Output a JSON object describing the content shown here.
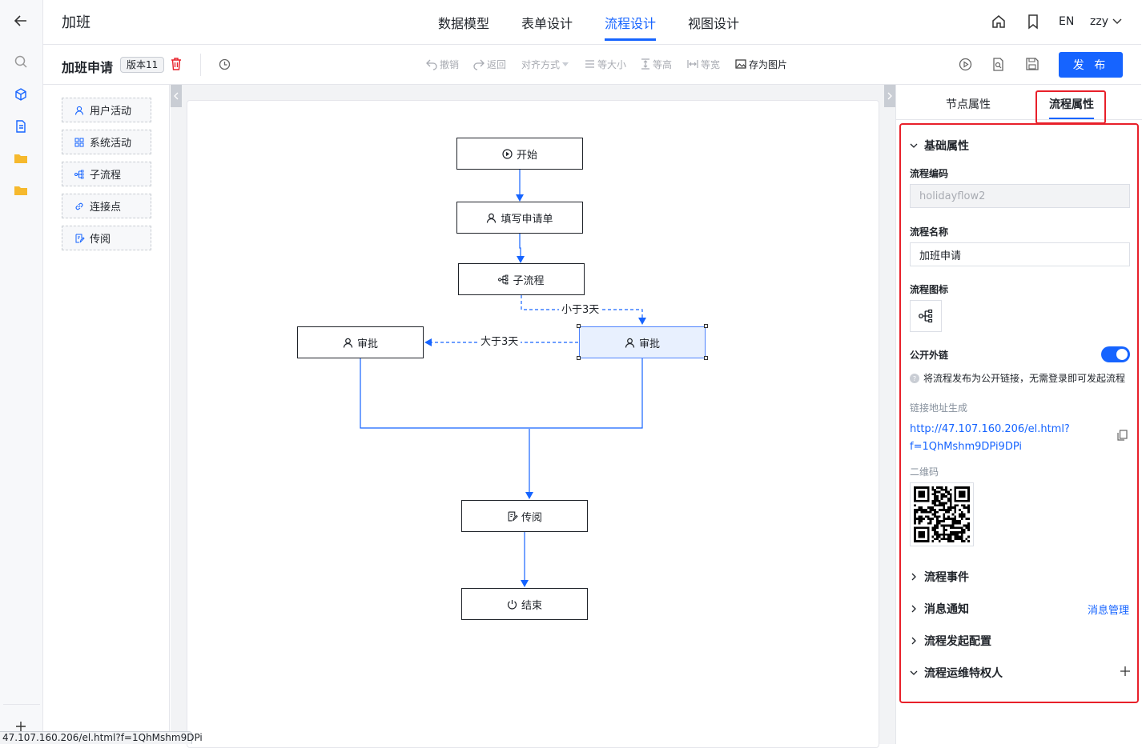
{
  "header": {
    "title": "加班",
    "tabs": [
      {
        "label": "数据模型"
      },
      {
        "label": "表单设计"
      },
      {
        "label": "流程设计",
        "active": true
      },
      {
        "label": "视图设计"
      }
    ],
    "lang": "EN",
    "user": "zzy"
  },
  "toolbar": {
    "flow_name": "加班申请",
    "version": "版本11",
    "undo": "撤销",
    "redo": "返回",
    "align": "对齐方式",
    "same_size": "等大小",
    "same_height": "等高",
    "same_width": "等宽",
    "save_image": "存为图片",
    "publish": "发 布"
  },
  "palette": {
    "items": [
      {
        "label": "用户活动",
        "icon": "user-icon"
      },
      {
        "label": "系统活动",
        "icon": "grid-icon"
      },
      {
        "label": "子流程",
        "icon": "subflow-icon"
      },
      {
        "label": "连接点",
        "icon": "link-icon"
      },
      {
        "label": "传阅",
        "icon": "circulate-icon"
      }
    ]
  },
  "canvas": {
    "nodes": {
      "start": "开始",
      "fill_form": "填写申请单",
      "subflow": "子流程",
      "approve_left": "审批",
      "approve_right": "审批",
      "circulate": "传阅",
      "end": "结束"
    },
    "edges": {
      "less_than_3": "小于3天",
      "more_than_3": "大于3天"
    }
  },
  "panel": {
    "tabs": {
      "node": "节点属性",
      "flow": "流程属性"
    },
    "basic": {
      "title": "基础属性",
      "code_label": "流程编码",
      "code_value": "holidayflow2",
      "name_label": "流程名称",
      "name_value": "加班申请",
      "icon_label": "流程图标",
      "public_label": "公开外链",
      "public_on": true,
      "public_hint": "将流程发布为公开链接，无需登录即可发起流程",
      "link_label": "链接地址生成",
      "link_line1": "http://47.107.160.206/el.html?",
      "link_line2": "f=1QhMshm9DPi9DPi",
      "qr_label": "二维码"
    },
    "sections": {
      "events": "流程事件",
      "notify": "消息通知",
      "notify_manage": "消息管理",
      "launch": "流程发起配置",
      "privilege": "流程运维特权人"
    }
  },
  "status_url": "47.107.160.206/el.html?f=1QhMshm9DPi",
  "colors": {
    "accent": "#1664ff",
    "highlight": "#e8202a"
  }
}
